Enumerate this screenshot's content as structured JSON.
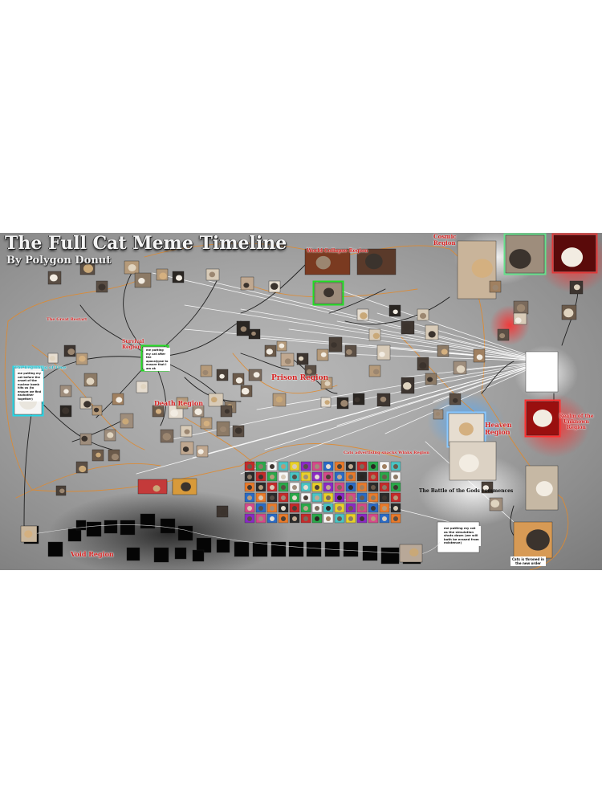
{
  "poster": {
    "title": "The Full Cat Meme Timeline",
    "subtitle": "By Polygon Donut"
  },
  "regions": {
    "great_restart": "The Great Restart",
    "survival": "Survival Region",
    "death": "Death Region",
    "prison": "Prison Region",
    "world_collapse": "World Collapse Region",
    "cosmic": "Cosmic Region",
    "heaven": "Heaven Region",
    "unknown": "Realm of the Unknown Region",
    "void": "Void Region",
    "ads": "Cats advertising snacks Winks Region",
    "beginning": "The Beginning of Time"
  },
  "captions": {
    "start_cat": "me putting my cat before the onset of the nuclear bomb hits us (to ensure we find eachother together)",
    "survival_cat": "me putting my cat after the apocalypse to ensure that I am ok",
    "final_cat": "me putting my cat as the simulation shuts down (we will both be erased from existence)",
    "ending_cat": "Cats is throned in the new order"
  },
  "battle_heading": "The Battle of the Gods commences",
  "colors": {
    "region_red": "#d42020",
    "link_orange": "#e08a2e",
    "link_white": "#ffffff",
    "link_black": "#111111",
    "frame_green": "#22dd22",
    "frame_cyan": "#22d8e8",
    "glow_red": "#ff2a2a",
    "glow_blue": "#4aa8ff"
  }
}
